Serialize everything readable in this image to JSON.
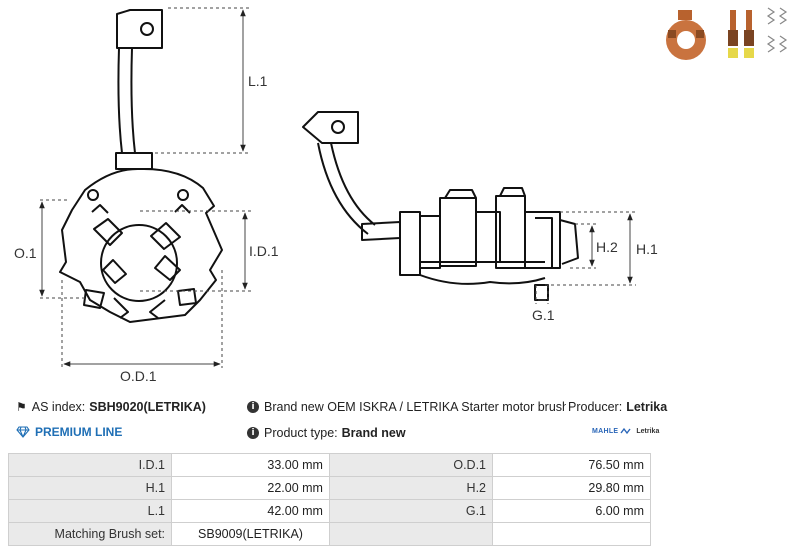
{
  "dimensions": {
    "l1": "L.1",
    "o1": "O.1",
    "id1": "I.D.1",
    "od1": "O.D.1",
    "h2": "H.2",
    "h1": "H.1",
    "g1": "G.1"
  },
  "info": {
    "as_index_label": "AS index:",
    "as_index_value": "SBH9020(LETRIKA)",
    "description": "Brand new OEM ISKRA / LETRIKA Starter motor brush holder",
    "producer_label": "Producer:",
    "producer_value": "Letrika",
    "product_type_label": "Product type:",
    "product_type_value": "Brand new",
    "premium_line": "PREMIUM LINE",
    "brand_logo_mahle": "MAHLE",
    "brand_logo_letrika": "Letrika"
  },
  "specs": [
    {
      "label": "I.D.1",
      "value": "33.00 mm",
      "label2": "O.D.1",
      "value2": "76.50 mm"
    },
    {
      "label": "H.1",
      "value": "22.00 mm",
      "label2": "H.2",
      "value2": "29.80 mm"
    },
    {
      "label": "L.1",
      "value": "42.00 mm",
      "label2": "G.1",
      "value2": "6.00 mm"
    },
    {
      "label": "Matching Brush set:",
      "value": "SB9009(LETRIKA)",
      "label2": "",
      "value2": ""
    }
  ],
  "colors": {
    "premium_blue": "#1f6fb5",
    "table_label_bg": "#eaeaea",
    "copper": "#c9733f",
    "insulator_yellow": "#e6d84a"
  }
}
